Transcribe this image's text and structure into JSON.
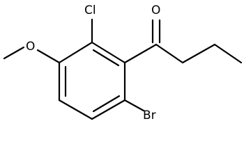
{
  "molecule": {
    "atoms": {
      "chlorine": "Cl",
      "oxygen_methoxy": "O",
      "oxygen_carbonyl": "O",
      "bromine": "Br"
    }
  }
}
